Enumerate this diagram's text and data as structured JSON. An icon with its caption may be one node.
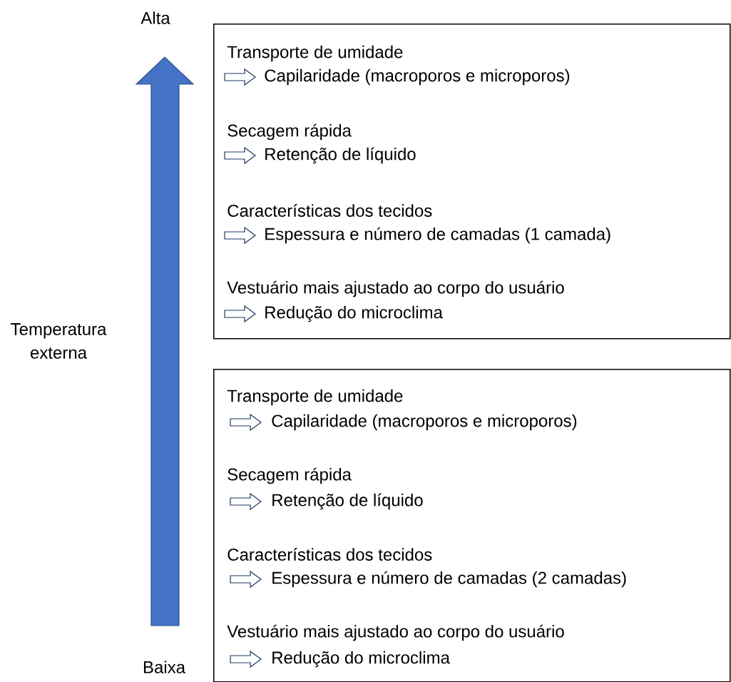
{
  "diagram": {
    "nodes": [
      {
        "text": [
          "Transporte de umidade",
          "Capilaridade (macroporos e microporos)",
          "Secagem rápida",
          "Retenção de líquido",
          "Características dos tecidos",
          "Espessura e número de camadas (1 camada)",
          "Vestuário mais ajustado ao corpo do usuário",
          "Redução do microclima"
        ]
      },
      {
        "text": [
          "Transporte de umidade",
          "Capilaridade (macroporos e microporos)",
          "Secagem rápida",
          "Retenção de líquido",
          "Características dos tecidos",
          "Espessura e número de camadas (2 camadas)",
          "Vestuário mais ajustado ao corpo do usuário",
          "Redução do microclima"
        ]
      }
    ],
    "edges": [],
    "labels": [
      "Alta",
      "Temperatura externa",
      "Baixa"
    ]
  }
}
